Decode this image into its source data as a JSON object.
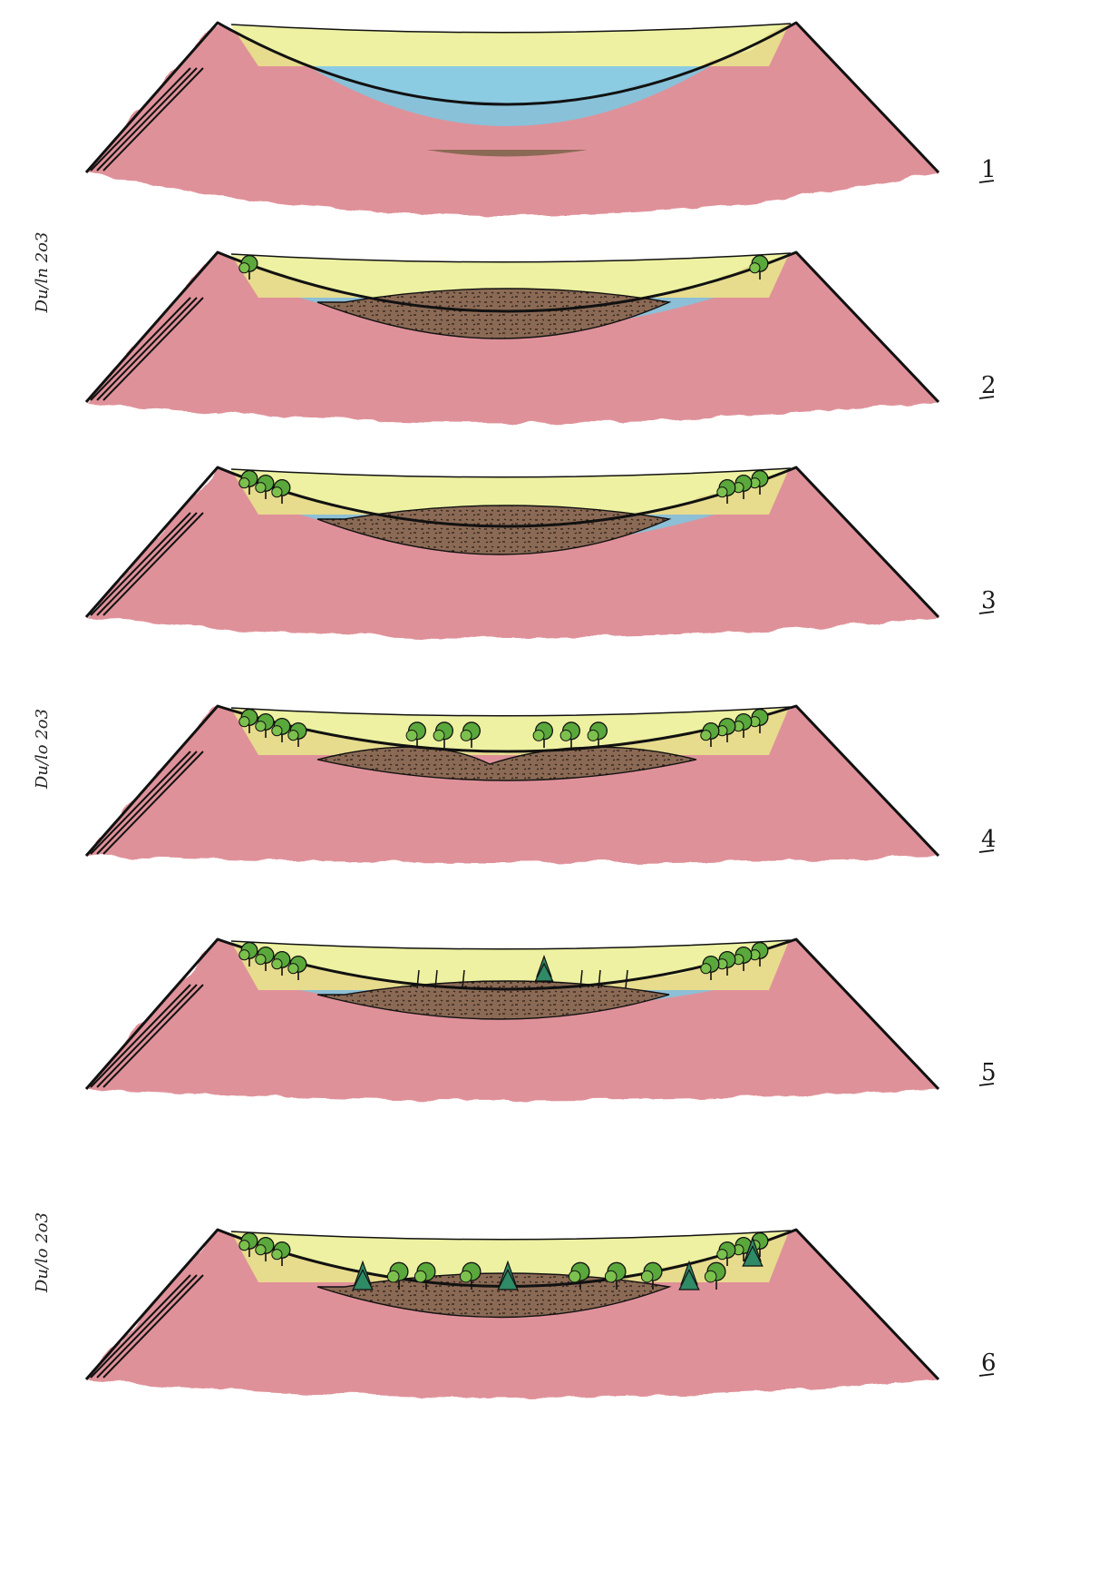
{
  "figure": {
    "panels": [
      {
        "number": "1",
        "stage": "open-lake"
      },
      {
        "number": "2",
        "stage": "sediment-infill"
      },
      {
        "number": "3",
        "stage": "shallowing"
      },
      {
        "number": "4",
        "stage": "wetland-woodland"
      },
      {
        "number": "5",
        "stage": "sediment-with-snags"
      },
      {
        "number": "6",
        "stage": "forested-basin"
      }
    ],
    "signatures": [
      "Du/ln 2o3",
      "Du/lo 2o3",
      "Du/lo 2o3"
    ]
  },
  "colors": {
    "rock": "#d56d78",
    "sky": "#e8ee8a",
    "water": "#7fc7e0",
    "sediment": "#8b6a55",
    "tree": "#5aa83c",
    "conifer": "#2f8a66",
    "outline": "#111111"
  }
}
